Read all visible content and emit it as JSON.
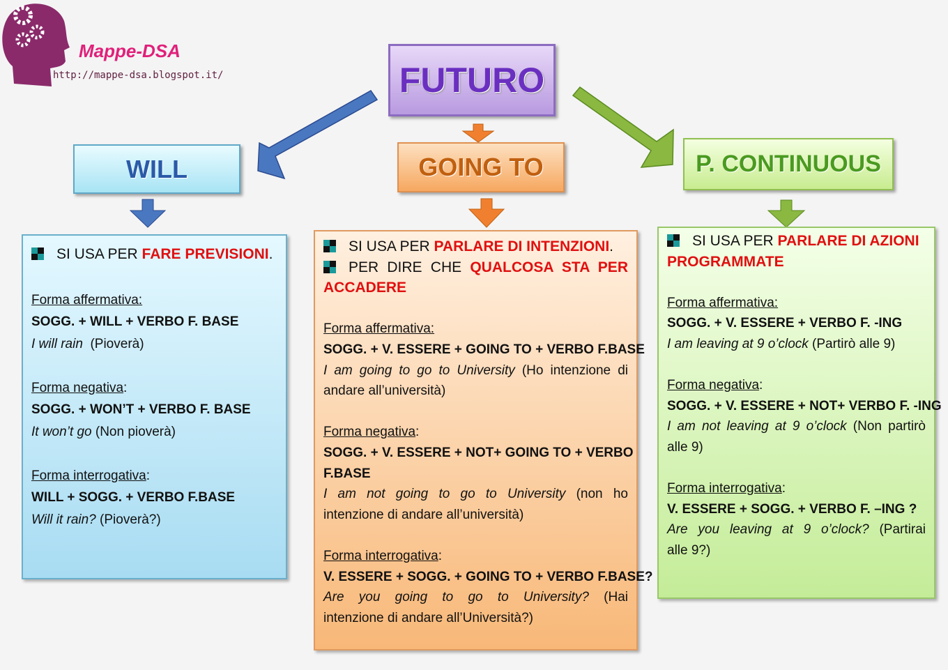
{
  "logo": {
    "name": "Mappe-DSA",
    "url": "http://mappe-dsa.blogspot.it/"
  },
  "titles": {
    "main": "FUTURO",
    "will": "WILL",
    "going": "GOING TO",
    "cont": "P. CONTINUOUS"
  },
  "colors": {
    "will": "#2a5aa8",
    "going": "#c06010",
    "cont": "#4a9a20",
    "accent_red": "#e01010"
  },
  "boxes": {
    "will": [
      {
        "k": "h",
        "bullet": true,
        "s": [
          {
            "t": "SI USA PER ",
            "c": ""
          },
          {
            "t": "FARE PREVISIONI",
            "c": "r"
          },
          {
            "t": ".",
            "c": ""
          }
        ]
      },
      {
        "k": "",
        "s": []
      },
      {
        "k": "",
        "s": [
          {
            "t": "Forma affermativa:",
            "c": "u"
          }
        ]
      },
      {
        "k": "",
        "s": [
          {
            "t": "SOGG. + WILL + VERBO F. BASE",
            "c": "b"
          }
        ]
      },
      {
        "k": "",
        "s": [
          {
            "t": "I will rain",
            "c": "i"
          },
          {
            "t": "  (Pioverà)",
            "c": ""
          }
        ]
      },
      {
        "k": "",
        "s": []
      },
      {
        "k": "",
        "s": [
          {
            "t": "Forma negativa",
            "c": "u"
          },
          {
            "t": ":",
            "c": ""
          }
        ]
      },
      {
        "k": "",
        "s": [
          {
            "t": "SOGG. + WON’T + VERBO F. BASE",
            "c": "b"
          }
        ]
      },
      {
        "k": "",
        "s": [
          {
            "t": "It won’t go",
            "c": "i"
          },
          {
            "t": " (Non pioverà)",
            "c": ""
          }
        ]
      },
      {
        "k": "",
        "s": []
      },
      {
        "k": "",
        "s": [
          {
            "t": "Forma interrogativa",
            "c": "u"
          },
          {
            "t": ":",
            "c": ""
          }
        ]
      },
      {
        "k": "",
        "s": [
          {
            "t": "WILL + SOGG. + VERBO F.BASE",
            "c": "b"
          }
        ]
      },
      {
        "k": "",
        "s": [
          {
            "t": "Will it rain?",
            "c": "i"
          },
          {
            "t": " (Pioverà?)",
            "c": ""
          }
        ]
      }
    ],
    "going": [
      {
        "k": "h",
        "bullet": true,
        "s": [
          {
            "t": "SI USA PER ",
            "c": ""
          },
          {
            "t": "PARLARE DI INTENZIONI",
            "c": "r"
          },
          {
            "t": ".",
            "c": ""
          }
        ]
      },
      {
        "k": "h j",
        "bullet": true,
        "s": [
          {
            "t": "PER DIRE CHE ",
            "c": ""
          },
          {
            "t": "QUALCOSA STA PER",
            "c": "r"
          }
        ]
      },
      {
        "k": "h",
        "s": [
          {
            "t": "ACCADERE",
            "c": "r"
          }
        ]
      },
      {
        "k": "",
        "s": []
      },
      {
        "k": "",
        "s": [
          {
            "t": "Forma affermativa:",
            "c": "u"
          }
        ]
      },
      {
        "k": "",
        "s": [
          {
            "t": "SOGG. + V. ESSERE + GOING TO + VERBO F.BASE",
            "c": "b"
          }
        ]
      },
      {
        "k": "j",
        "s": [
          {
            "t": "I am going to go to University",
            "c": "i"
          },
          {
            "t": " (Ho intenzione di",
            "c": ""
          }
        ]
      },
      {
        "k": "",
        "s": [
          {
            "t": "andare all’università)",
            "c": ""
          }
        ]
      },
      {
        "k": "",
        "s": []
      },
      {
        "k": "",
        "s": [
          {
            "t": "Forma negativa",
            "c": "u"
          },
          {
            "t": ":",
            "c": ""
          }
        ]
      },
      {
        "k": "j",
        "s": [
          {
            "t": "SOGG. + V. ESSERE + NOT+ GOING TO + VERBO",
            "c": "b"
          }
        ]
      },
      {
        "k": "",
        "s": [
          {
            "t": "F.BASE",
            "c": "b"
          }
        ]
      },
      {
        "k": "j",
        "s": [
          {
            "t": "I am not going to go to University",
            "c": "i"
          },
          {
            "t": " (non ho",
            "c": ""
          }
        ]
      },
      {
        "k": "",
        "s": [
          {
            "t": "intenzione di andare all’università)",
            "c": ""
          }
        ]
      },
      {
        "k": "",
        "s": []
      },
      {
        "k": "",
        "s": [
          {
            "t": "Forma interrogativa",
            "c": "u"
          },
          {
            "t": ":",
            "c": ""
          }
        ]
      },
      {
        "k": "",
        "s": [
          {
            "t": "V. ESSERE + SOGG. + GOING TO + VERBO F.BASE?",
            "c": "b"
          }
        ]
      },
      {
        "k": "j",
        "s": [
          {
            "t": "Are you going to go to University?",
            "c": "i"
          },
          {
            "t": " (Hai",
            "c": ""
          }
        ]
      },
      {
        "k": "",
        "s": [
          {
            "t": "intenzione di andare all’Università?)",
            "c": ""
          }
        ]
      }
    ],
    "cont": [
      {
        "k": "h",
        "bullet": true,
        "s": [
          {
            "t": "SI USA PER ",
            "c": ""
          },
          {
            "t": "PARLARE DI AZIONI",
            "c": "r"
          }
        ]
      },
      {
        "k": "h",
        "s": [
          {
            "t": "PROGRAMMATE",
            "c": "r"
          }
        ]
      },
      {
        "k": "",
        "s": []
      },
      {
        "k": "",
        "s": [
          {
            "t": "Forma affermativa:",
            "c": "u"
          }
        ]
      },
      {
        "k": "",
        "s": [
          {
            "t": "SOGG. + V. ESSERE + VERBO F. -ING",
            "c": "b"
          }
        ]
      },
      {
        "k": "",
        "s": [
          {
            "t": "I am leaving at 9 o’clock",
            "c": "i"
          },
          {
            "t": " (Partirò alle 9)",
            "c": ""
          }
        ]
      },
      {
        "k": "",
        "s": []
      },
      {
        "k": "",
        "s": [
          {
            "t": "Forma negativa",
            "c": "u"
          },
          {
            "t": ":",
            "c": ""
          }
        ]
      },
      {
        "k": "",
        "s": [
          {
            "t": "SOGG. + V. ESSERE + NOT+ VERBO F. -ING",
            "c": "b"
          }
        ]
      },
      {
        "k": "j",
        "s": [
          {
            "t": "I am not leaving at 9 o’clock",
            "c": "i"
          },
          {
            "t": " (Non partirò",
            "c": ""
          }
        ]
      },
      {
        "k": "",
        "s": [
          {
            "t": "alle 9)",
            "c": ""
          }
        ]
      },
      {
        "k": "",
        "s": []
      },
      {
        "k": "",
        "s": [
          {
            "t": "Forma interrogativa",
            "c": "u"
          },
          {
            "t": ":",
            "c": ""
          }
        ]
      },
      {
        "k": "",
        "s": [
          {
            "t": "V. ESSERE + SOGG. + VERBO F. –ING ?",
            "c": "b"
          }
        ]
      },
      {
        "k": "j",
        "s": [
          {
            "t": "Are you leaving at 9 o’clock?",
            "c": "i"
          },
          {
            "t": " (Partirai",
            "c": ""
          }
        ]
      },
      {
        "k": "",
        "s": [
          {
            "t": "alle 9?)",
            "c": ""
          }
        ]
      }
    ]
  }
}
